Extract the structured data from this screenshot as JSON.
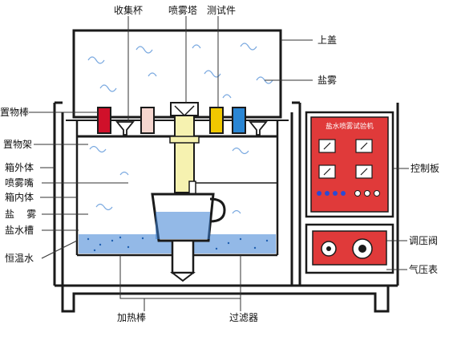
{
  "labels": {
    "collector_cup": "收集杯",
    "spray_tower": "喷雾塔",
    "test_piece": "测试件",
    "cover": "上盖",
    "salt_fog_top": "盐雾",
    "rod": "置物棒",
    "rack": "置物架",
    "outer_box": "箱外体",
    "nozzle": "喷雾嘴",
    "inner_box": "箱内体",
    "salt_fog_left": "盐    雾",
    "brine_tank": "盐水槽",
    "thermo_water": "恒温水",
    "heater_rod": "加热棒",
    "filter": "过滤器",
    "control_panel": "控制板",
    "regulator_valve": "调压阀",
    "pressure_gauge": "气压表"
  },
  "panel": {
    "title": "盐水喷雾试验机"
  },
  "colors": {
    "outline": "#1a1a1a",
    "panel_red": "#e03a3a",
    "brine_blue": "#3b7fd4",
    "tower_yellow": "#f6f2b0",
    "item_red": "#d0102a",
    "item_pink": "#f5d6cf",
    "item_yellow": "#f0c800",
    "item_blue": "#2a86d4",
    "fog_swirl": "#7aa9e0"
  }
}
